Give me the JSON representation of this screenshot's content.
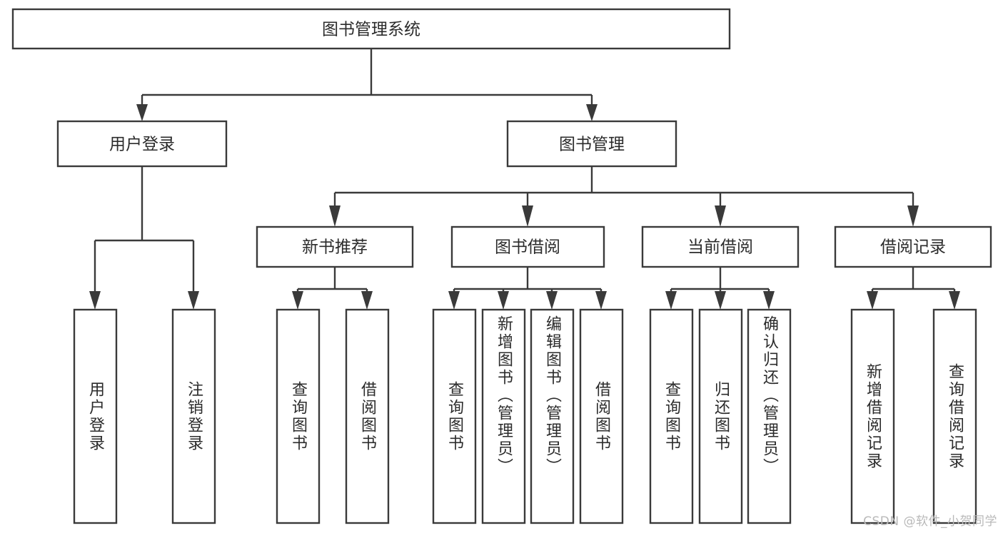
{
  "diagram": {
    "type": "hierarchy-tree",
    "title": "图书管理系统",
    "orientation": "top-down",
    "theme": {
      "background": "#ffffff",
      "box_fill": "#ffffff",
      "box_stroke": "#3a3a3a",
      "text_color": "#2b2b2b",
      "watermark_color": "#b9b9b9"
    },
    "root": {
      "id": "root",
      "label": "图书管理系统",
      "text_direction": "horizontal"
    },
    "level2": [
      {
        "id": "user-login",
        "label": "用户登录",
        "text_direction": "horizontal"
      },
      {
        "id": "book-manage",
        "label": "图书管理",
        "text_direction": "horizontal"
      }
    ],
    "level3": [
      {
        "id": "new-book-recommend",
        "label": "新书推荐",
        "parent": "book-manage",
        "text_direction": "horizontal"
      },
      {
        "id": "book-borrow",
        "label": "图书借阅",
        "parent": "book-manage",
        "text_direction": "horizontal"
      },
      {
        "id": "current-borrow",
        "label": "当前借阅",
        "parent": "book-manage",
        "text_direction": "horizontal"
      },
      {
        "id": "borrow-record",
        "label": "借阅记录",
        "parent": "book-manage",
        "text_direction": "horizontal"
      }
    ],
    "leaves": [
      {
        "id": "leaf-user-login",
        "label": "用户登录",
        "parent": "user-login",
        "text_direction": "vertical"
      },
      {
        "id": "leaf-logout-login",
        "label": "注销登录",
        "parent": "user-login",
        "text_direction": "vertical"
      },
      {
        "id": "leaf-query-book-1",
        "label": "查询图书",
        "parent": "new-book-recommend",
        "text_direction": "vertical"
      },
      {
        "id": "leaf-borrow-book-1",
        "label": "借阅图书",
        "parent": "new-book-recommend",
        "text_direction": "vertical"
      },
      {
        "id": "leaf-query-book-2",
        "label": "查询图书",
        "parent": "book-borrow",
        "text_direction": "vertical"
      },
      {
        "id": "leaf-add-book-admin",
        "label": "新增图书（管理员）",
        "parent": "book-borrow",
        "text_direction": "vertical"
      },
      {
        "id": "leaf-edit-book-admin",
        "label": "编辑图书（管理员）",
        "parent": "book-borrow",
        "text_direction": "vertical"
      },
      {
        "id": "leaf-borrow-book-2",
        "label": "借阅图书",
        "parent": "book-borrow",
        "text_direction": "vertical"
      },
      {
        "id": "leaf-query-book-3",
        "label": "查询图书",
        "parent": "current-borrow",
        "text_direction": "vertical"
      },
      {
        "id": "leaf-return-book",
        "label": "归还图书",
        "parent": "current-borrow",
        "text_direction": "vertical"
      },
      {
        "id": "leaf-confirm-return-admin",
        "label": "确认归还（管理员）",
        "parent": "current-borrow",
        "text_direction": "vertical"
      },
      {
        "id": "leaf-add-borrow-record",
        "label": "新增借阅记录",
        "parent": "borrow-record",
        "text_direction": "vertical"
      },
      {
        "id": "leaf-query-borrow-record",
        "label": "查询借阅记录",
        "parent": "borrow-record",
        "text_direction": "vertical"
      }
    ]
  },
  "watermark": {
    "text": "CSDN @软件_小贺同学"
  }
}
